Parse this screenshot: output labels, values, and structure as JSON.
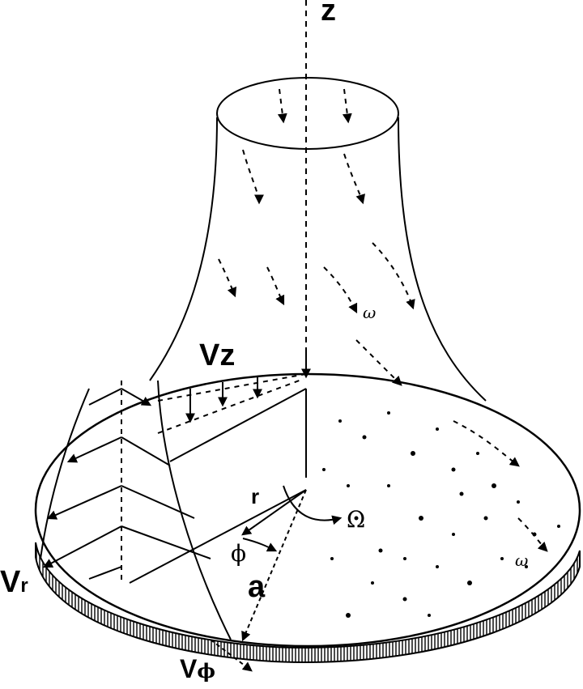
{
  "figure": {
    "description": "Rotating disk flow schematic: fluid drawn axially toward a rotating disk of radius a, with velocity components and profiles",
    "labels": {
      "z_axis": "z",
      "v_z": "V",
      "v_z_sub": "z",
      "v_r": "V",
      "v_r_sub": "r",
      "v_phi": "V",
      "v_phi_sub": "ϕ",
      "r": "r",
      "phi": "ϕ",
      "a": "a",
      "Omega": "Ω",
      "omega_upper": "ω",
      "omega_lower": "ω"
    }
  }
}
